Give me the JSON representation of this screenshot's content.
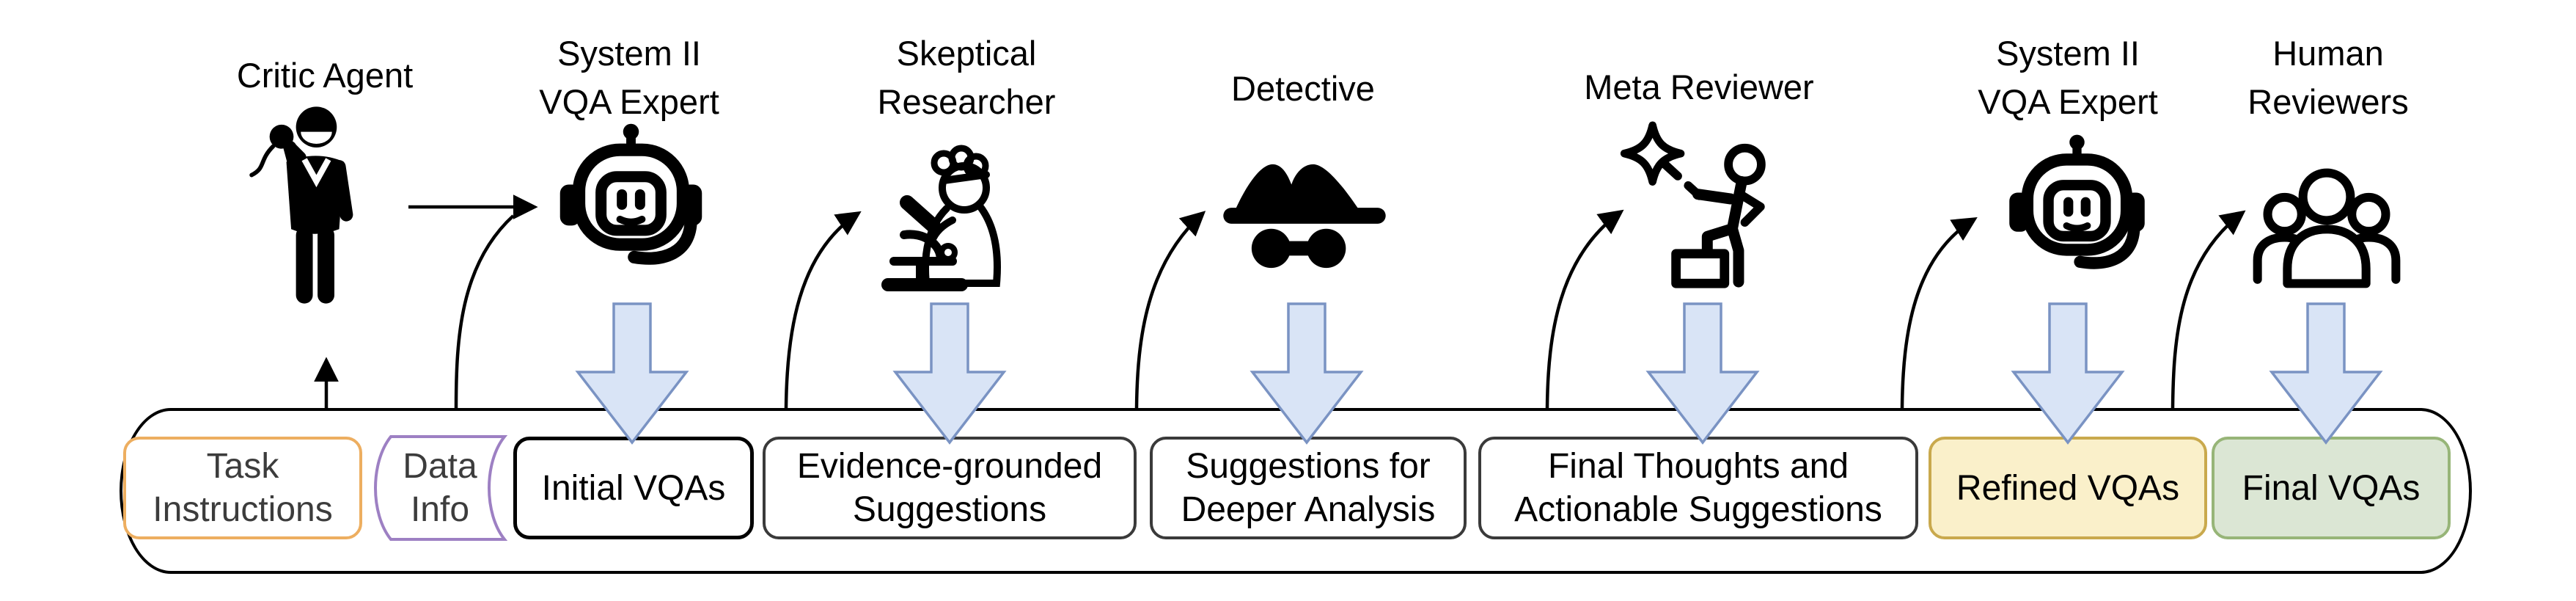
{
  "agents": [
    {
      "label": "Critic Agent",
      "icon": "critic-person-microphone"
    },
    {
      "label": "System II\nVQA Expert",
      "icon": "robot-headset"
    },
    {
      "label": "Skeptical\nResearcher",
      "icon": "researcher-microscope"
    },
    {
      "label": "Detective",
      "icon": "detective-hat-glasses"
    },
    {
      "label": "Meta Reviewer",
      "icon": "person-wand-sparkle"
    },
    {
      "label": "System II\nVQA Expert",
      "icon": "robot-headset"
    },
    {
      "label": "Human\nReviewers",
      "icon": "people-group"
    }
  ],
  "artifacts": [
    {
      "label": "Task\nInstructions",
      "shape": "rounded-rect",
      "border_color": "#EDAE60",
      "fill_color": "#FFFFFF"
    },
    {
      "label": "Data\nInfo",
      "shape": "stored-data",
      "border_color": "#9D80C3",
      "fill_color": "#FFFFFF"
    },
    {
      "label": "Initial VQAs",
      "shape": "rounded-rect",
      "border_color": "#000000",
      "fill_color": "#FFFFFF"
    },
    {
      "label": "Evidence-grounded\nSuggestions",
      "shape": "rounded-rect",
      "border_color": "#3A3A3A",
      "fill_color": "#FFFFFF"
    },
    {
      "label": "Suggestions for\nDeeper Analysis",
      "shape": "rounded-rect",
      "border_color": "#3A3A3A",
      "fill_color": "#FFFFFF"
    },
    {
      "label": "Final Thoughts and\nActionable Suggestions",
      "shape": "rounded-rect",
      "border_color": "#3A3A3A",
      "fill_color": "#FFFFFF"
    },
    {
      "label": "Refined VQAs",
      "shape": "rounded-rect",
      "border_color": "#C9A94D",
      "fill_color": "#FAF0CA"
    },
    {
      "label": "Final VQAs",
      "shape": "rounded-rect",
      "border_color": "#97B578",
      "fill_color": "#DBE6D4"
    }
  ],
  "colors": {
    "background": "#FFFFFF",
    "container_border": "#000000",
    "connector": "#000000",
    "flow_arrow_fill": "#D9E4F6",
    "flow_arrow_stroke": "#7A93C3",
    "muted_text": "#3C3C3C"
  }
}
